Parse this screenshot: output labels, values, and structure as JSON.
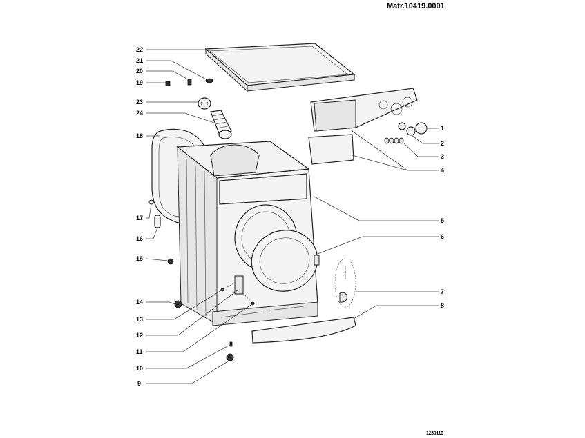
{
  "header": {
    "matr_code": "Matr.10419.0001"
  },
  "footer": {
    "drawing_code": "1230110"
  },
  "callouts_left": [
    "22",
    "21",
    "20",
    "19",
    "23",
    "24",
    "18",
    "17",
    "16",
    "15",
    "14",
    "13",
    "12",
    "11",
    "10",
    "9"
  ],
  "callouts_right": [
    "1",
    "2",
    "3",
    "4",
    "5",
    "6",
    "7",
    "8"
  ]
}
